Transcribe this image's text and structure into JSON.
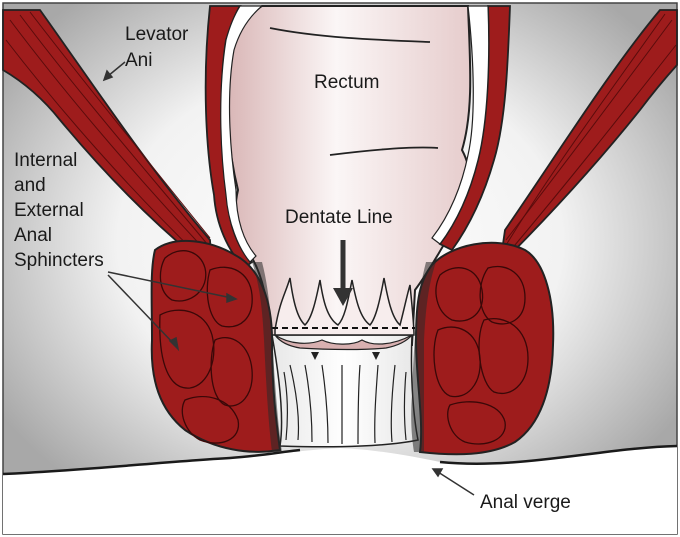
{
  "labels": {
    "levator_ani": [
      "Levator",
      "Ani"
    ],
    "sphincters": [
      "Internal",
      "and",
      "External",
      "Anal",
      "Sphincters"
    ],
    "rectum": "Rectum",
    "dentate_line": "Dentate Line",
    "anal_verge": "Anal verge"
  },
  "colors": {
    "muscle": "#9e1c1c",
    "muscle_dark": "#6e1010",
    "rectum_light": "#f6eeee",
    "rectum_pink": "#d8b4b4",
    "background_gray": "#9a9a9a",
    "outline": "#222222"
  }
}
